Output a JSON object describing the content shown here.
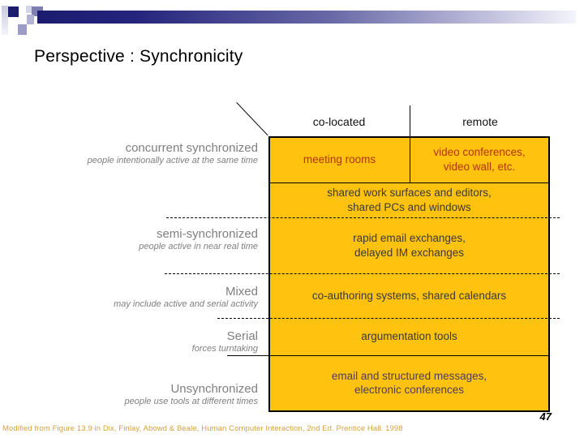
{
  "slide": {
    "title": "Perspective : Synchronicity",
    "page_number": "47",
    "footer": "Modified from Figure 13.9 in Dix, Finlay, Abowd & Beale, Human Computer Interaction, 2nd Ed. Prentice Hall. 1998"
  },
  "matrix": {
    "column_headers": [
      "co-located",
      "remote"
    ],
    "row_labels": [
      {
        "label": "concurrent synchronized",
        "sublabel": "people intentionally active at the same time"
      },
      {
        "label": "semi-synchronized",
        "sublabel": "people active in near real time"
      },
      {
        "label": "Mixed",
        "sublabel": "may include active and serial activity"
      },
      {
        "label": "Serial",
        "sublabel": "forces turntaking"
      },
      {
        "label": "Unsynchronized",
        "sublabel": "people use tools at different times"
      }
    ],
    "cells": [
      {
        "co_located": "meeting rooms",
        "remote": "video conferences,\nvideo wall, etc."
      },
      {
        "span": "shared work surfaces and editors,\nshared PCs and windows"
      },
      {
        "span": "rapid email exchanges,\ndelayed IM exchanges"
      },
      {
        "span": "co-authoring systems, shared calendars"
      },
      {
        "span": "argumentation tools"
      },
      {
        "span": "email and structured messages,\nelectronic conferences"
      }
    ]
  },
  "colors": {
    "cell_fill": "#FFC20E",
    "cell_text_red": "#B23508",
    "cell_text_dark": "#3A3A3A",
    "row_label_gray": "#7F7F7F",
    "accent_navy": "#1B1B6F",
    "footer_orange": "#D6A13F"
  }
}
